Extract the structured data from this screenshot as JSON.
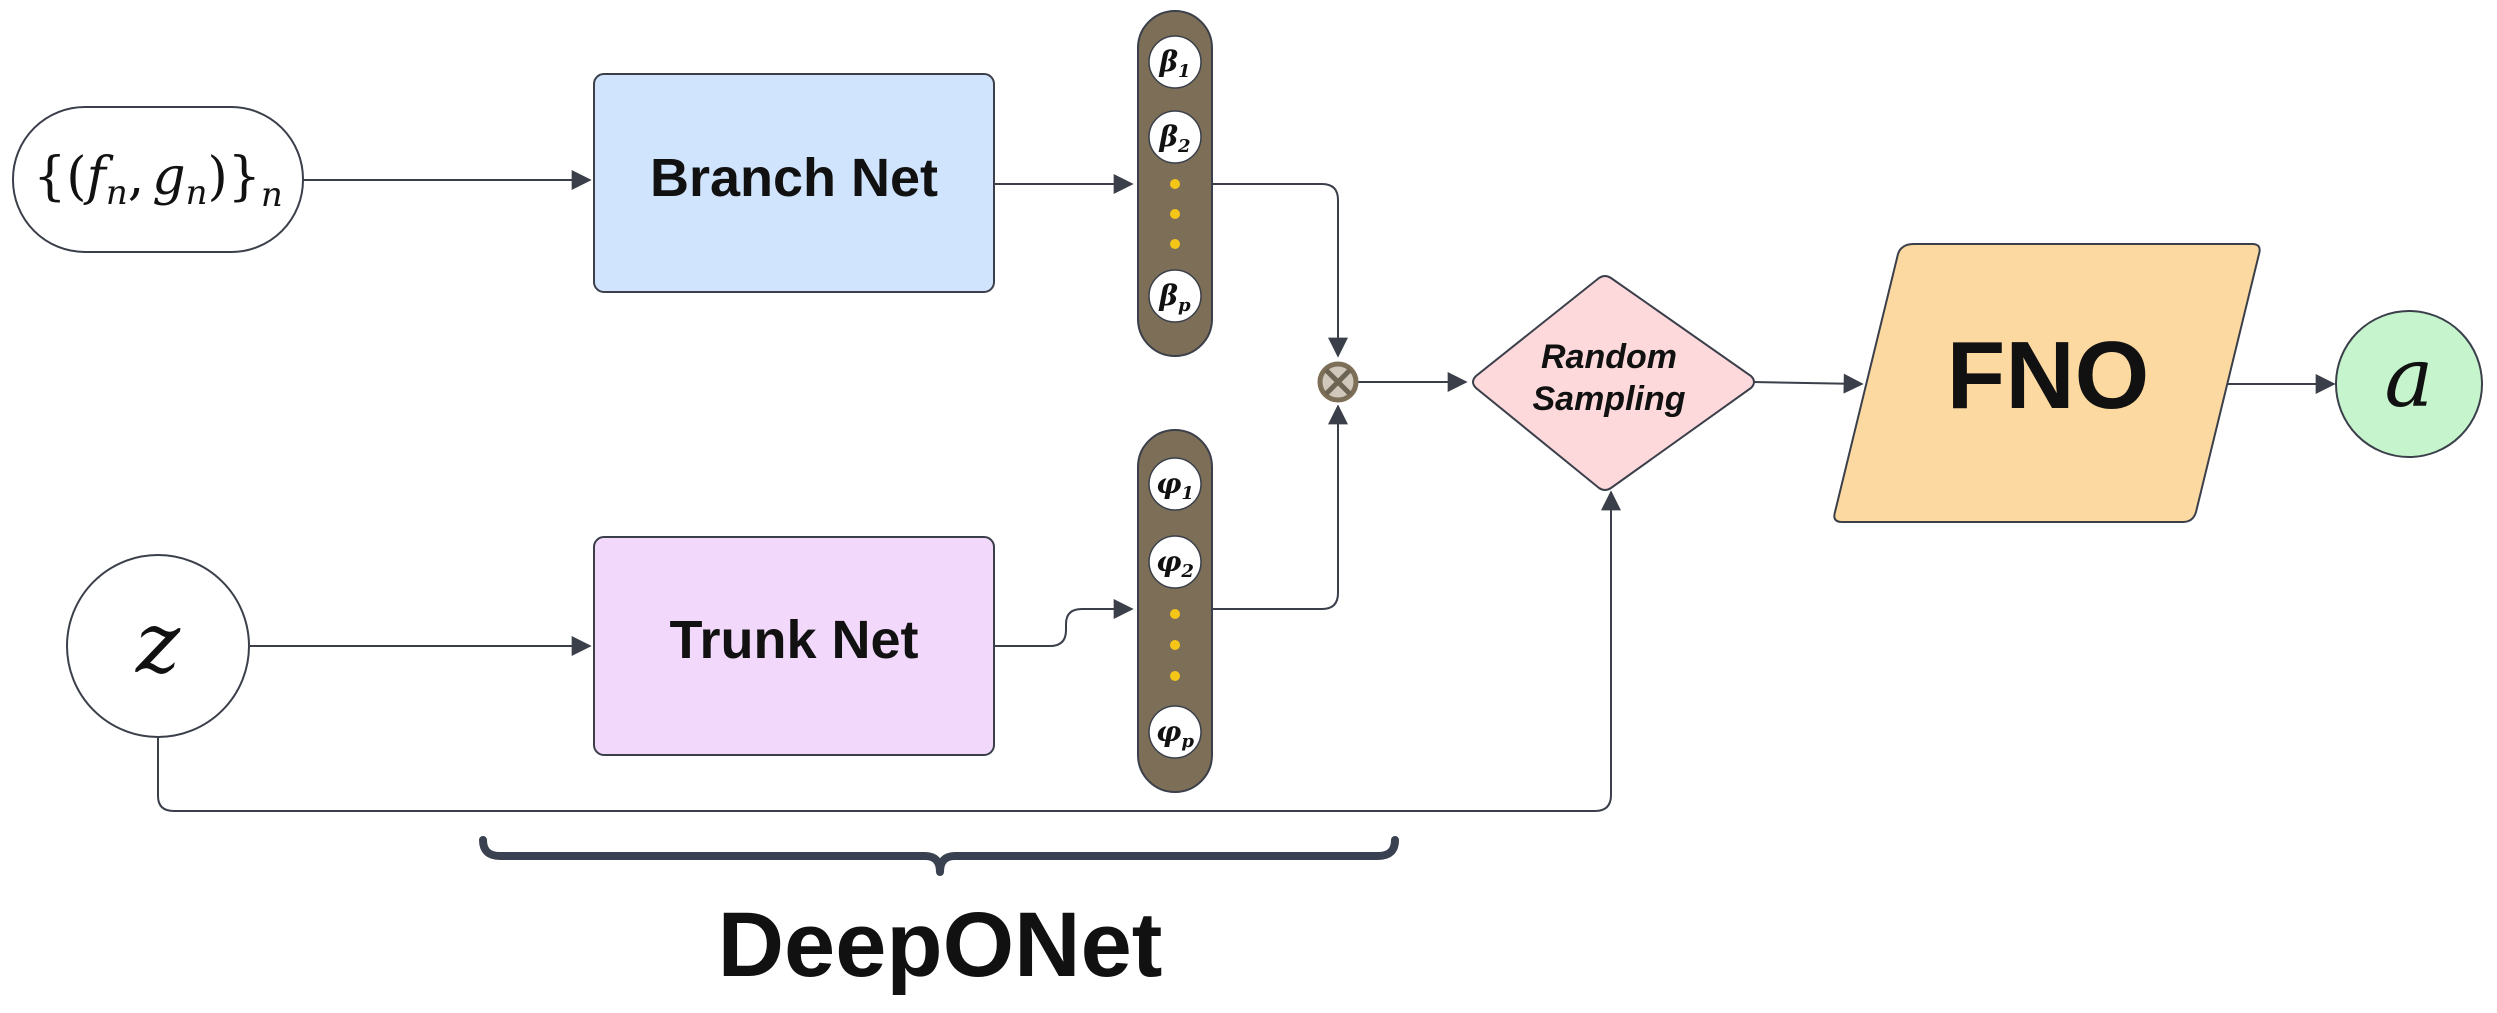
{
  "nodes": {
    "input_data": {
      "set": "{(",
      "f": "f",
      "n1": "n",
      "comma": ",",
      "g": "g",
      "n2": "n",
      "close": ")}",
      "sub": "n"
    },
    "input_z": "z",
    "branch_net": "Branch Net",
    "trunk_net": "Trunk Net",
    "random_sampling_line1": "Random",
    "random_sampling_line2": "Sampling",
    "fno": "FNO",
    "output": "a",
    "deeponet": "DeepONet"
  },
  "branch_outputs": [
    {
      "sym": "β",
      "sub": "1"
    },
    {
      "sym": "β",
      "sub": "2"
    },
    {
      "sym": "β",
      "sub": "p"
    }
  ],
  "trunk_outputs": [
    {
      "sym": "φ",
      "sub": "1"
    },
    {
      "sym": "φ",
      "sub": "2"
    },
    {
      "sym": "φ",
      "sub": "p"
    }
  ],
  "colors": {
    "branch_fill": "#d1e4fd",
    "trunk_fill": "#f2d9fb",
    "random_fill": "#fdd9dc",
    "fno_fill": "#fbd9a0",
    "output_fill": "#c6f5cd",
    "capsule_fill": "#7d6f57",
    "dot_fill": "#f5c518",
    "stroke": "#3a3f4a"
  }
}
